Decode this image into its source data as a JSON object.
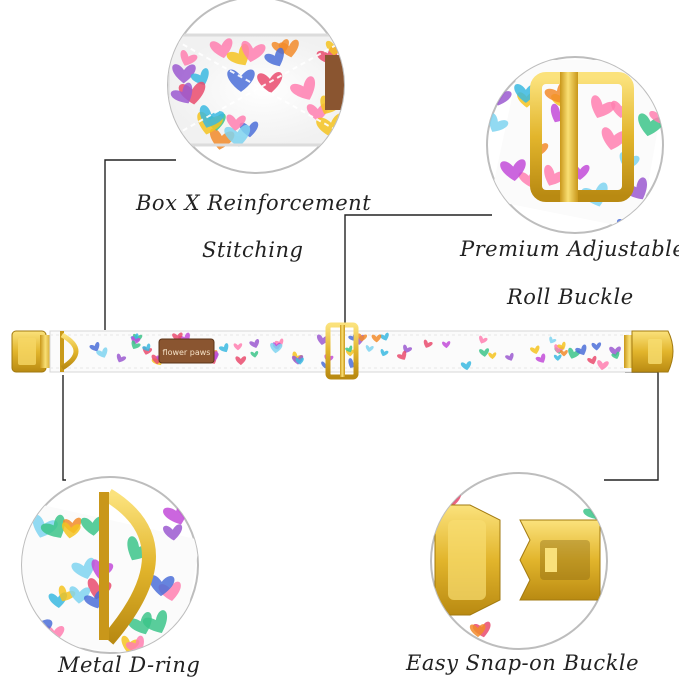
{
  "labels": {
    "box_x_line1": "Box X Reinforcement",
    "box_x_line2": "Stitching",
    "buckle_line1": "Premium Adjustable",
    "buckle_line2": "Roll Buckle",
    "dring": "Metal D-ring",
    "snap": "Easy Snap-on Buckle"
  },
  "tag_text": "flower paws",
  "colors": {
    "gold": "#e2b52c",
    "gold_light": "#f7dc72",
    "line": "#222222",
    "circle_border": "#bdbdbd",
    "fabric": "#fbfbfb",
    "leather_tag": "#8a5530"
  }
}
